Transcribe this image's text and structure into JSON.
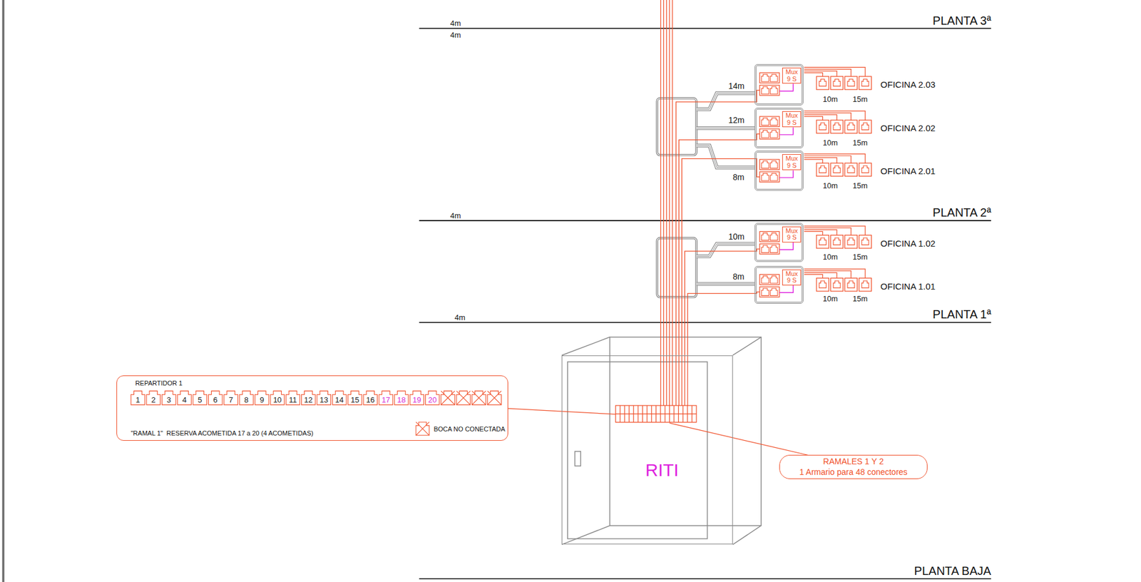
{
  "diagram": {
    "nodes": [
      {
        "text": [
          "Mux 9 S"
        ]
      },
      {
        "text": [
          "Mux 9 S"
        ]
      },
      {
        "text": [
          "Mux 9 S"
        ]
      },
      {
        "text": [
          "Mux 9 S"
        ]
      },
      {
        "text": [
          "Mux 9 S"
        ]
      },
      {
        "text": [
          "RITI"
        ]
      },
      {
        "text": [
          "REPARTIDOR 1",
          "\"RAMAL 1\"  RESERVA ACOMETIDA 17 a 20 (4 ACOMETIDAS)"
        ]
      },
      {
        "text": [
          "RAMALES 1 Y 2",
          "1 Armario para 48 conectores"
        ]
      }
    ],
    "edges": [
      {
        "from": 5,
        "to": 0,
        "arrow": "none"
      },
      {
        "from": 5,
        "to": 1,
        "arrow": "none"
      },
      {
        "from": 5,
        "to": 2,
        "arrow": "none"
      },
      {
        "from": 5,
        "to": 3,
        "arrow": "none"
      },
      {
        "from": 5,
        "to": 4,
        "arrow": "none"
      }
    ],
    "labels": [
      "4m",
      "4m",
      "PLANTA 3ª",
      "14m",
      "10m",
      "15m",
      "OFICINA 2.03",
      "12m",
      "10m",
      "15m",
      "OFICINA 2.02",
      "8m",
      "10m",
      "15m",
      "OFICINA 2.01",
      "4m",
      "PLANTA 2ª",
      "10m",
      "10m",
      "15m",
      "OFICINA 1.02",
      "8m",
      "10m",
      "15m",
      "OFICINA 1.01",
      "4m",
      "PLANTA 1ª",
      "1",
      "2",
      "3",
      "4",
      "5",
      "6",
      "7",
      "8",
      "9",
      "10",
      "11",
      "12",
      "13",
      "14",
      "15",
      "16",
      "17",
      "18",
      "19",
      "20",
      "PLANTA BAJA"
    ],
    "legend": [
      {
        "text": "BOCA NO CONECTADA"
      }
    ]
  }
}
